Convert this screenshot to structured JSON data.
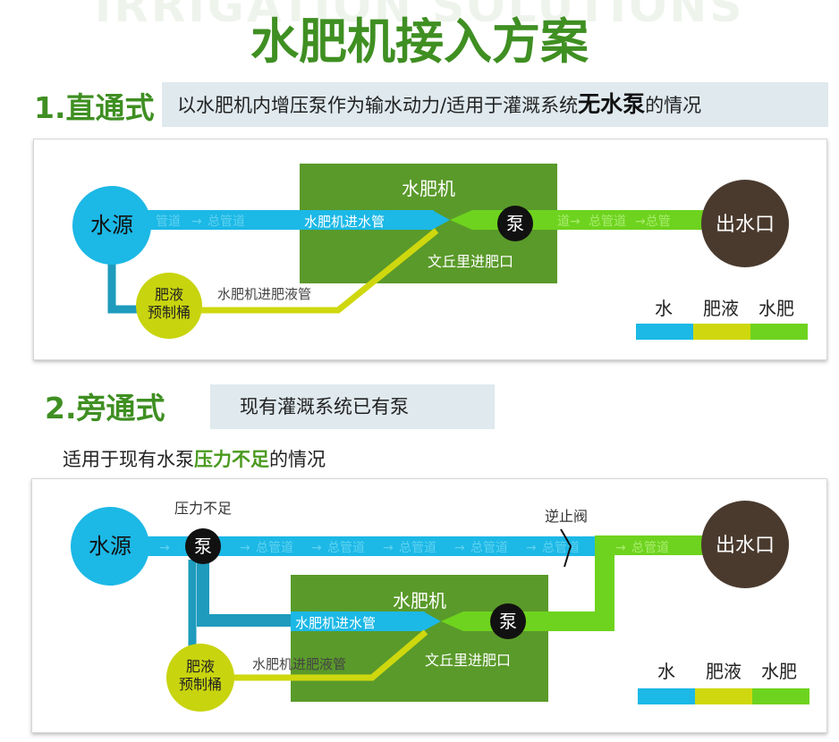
{
  "header": {
    "bg_word": "IRRIGATION SOLUTIONS",
    "title": "水肥机接入方案"
  },
  "section1": {
    "label": "1.直通式",
    "desc_prefix": "以水肥机内增压泵作为输水动力/适用于灌溉系统",
    "desc_bold": "无水泵",
    "desc_suffix": "的情况"
  },
  "section2": {
    "label": "2.旁通式",
    "box_text": "现有灌溉系统已有泵",
    "desc_prefix": "适用于现有水泵",
    "desc_highlight": "压力不足",
    "desc_suffix": "的情况"
  },
  "diagram1": {
    "source": "水源",
    "outlet": "出水口",
    "machine": "水肥机",
    "inlet_pipe": "水肥机进水管",
    "pump": "泵",
    "venturi": "文丘里进肥口",
    "tank_line1": "肥液",
    "tank_line2": "预制桶",
    "fert_pipe": "水肥机进肥液管",
    "main_pipe": "管道",
    "main_pipe_total": "总管道"
  },
  "diagram2": {
    "source": "水源",
    "outlet": "出水口",
    "pressure_note": "压力不足",
    "pump_main": "泵",
    "check_valve": "逆止阀",
    "machine": "水肥机",
    "inlet_pipe": "水肥机进水管",
    "pump": "泵",
    "venturi": "文丘里进肥口",
    "tank_line1": "肥液",
    "tank_line2": "预制桶",
    "fert_pipe": "水肥机进肥液管",
    "main_pipe_total": "总管道"
  },
  "legend": [
    {
      "label": "水",
      "color": "#1cb8e6"
    },
    {
      "label": "肥液",
      "color": "#cfd80e"
    },
    {
      "label": "水肥",
      "color": "#6ed31e"
    }
  ],
  "colors": {
    "water": "#1cb8e6",
    "water_dark": "#1e9bbd",
    "fert": "#cfd80e",
    "mix": "#6ed31e",
    "machine_box": "#5a9a2a",
    "source": "#1cb8e6",
    "outlet": "#4a3a2e",
    "tank": "#c8d40e",
    "pump": "#111111"
  }
}
